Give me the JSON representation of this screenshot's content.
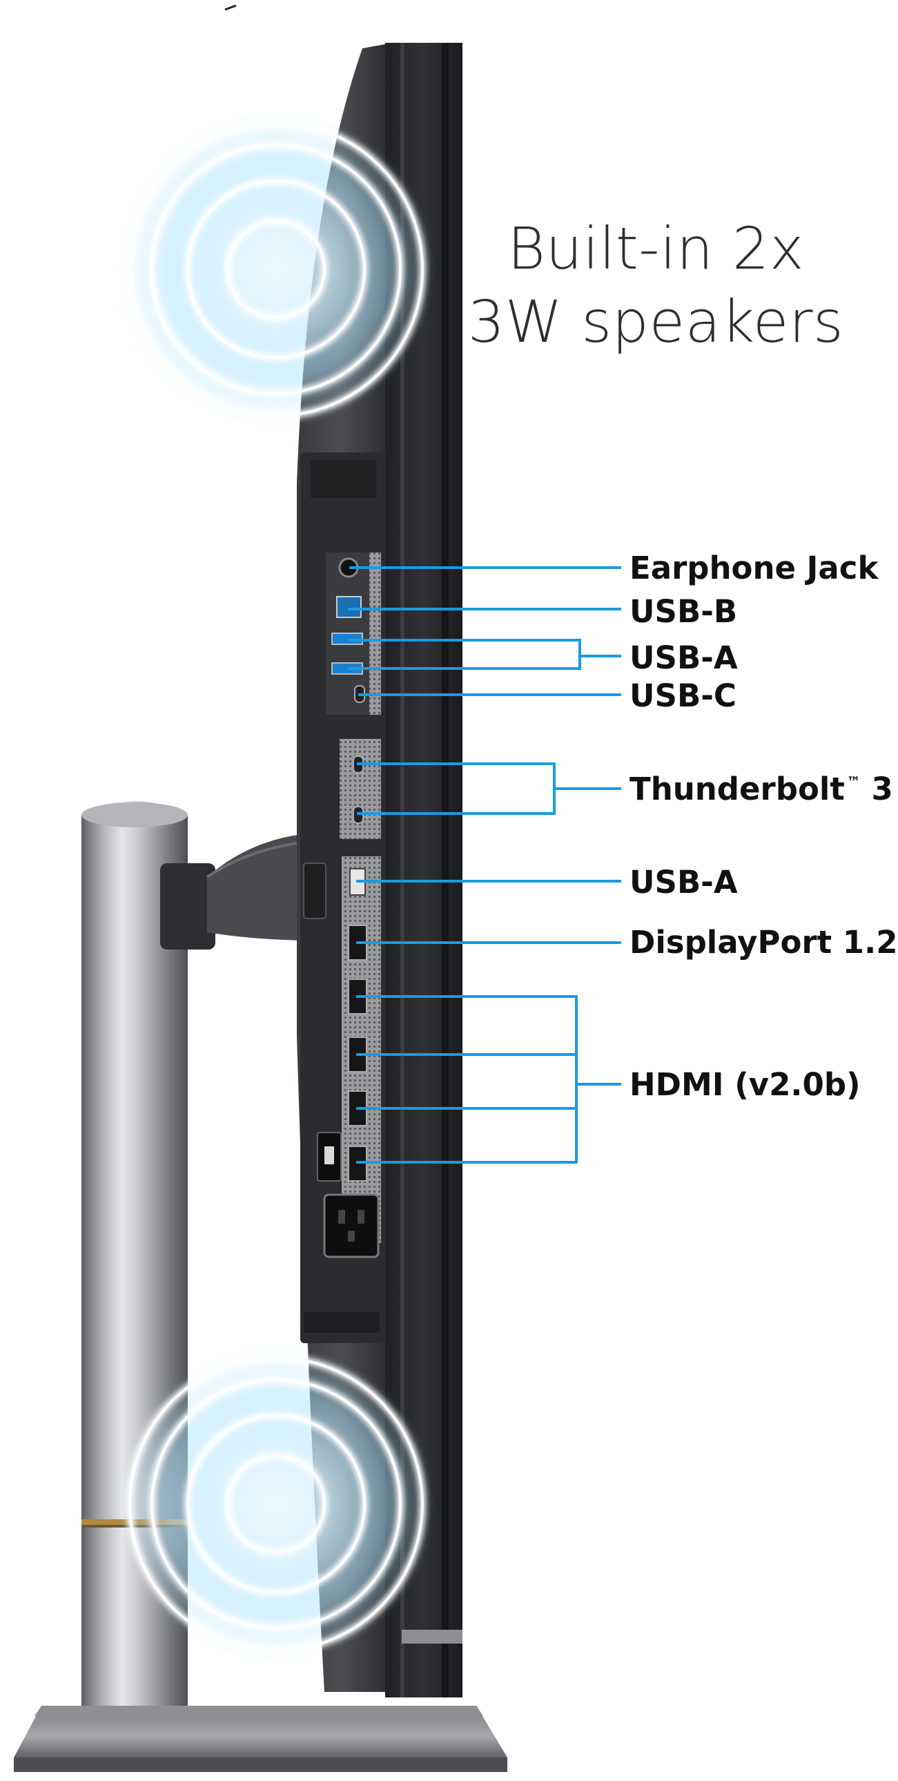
{
  "headline": {
    "line1": "Built-in 2x",
    "line2": "3W speakers"
  },
  "ports": {
    "earphone": "Earphone Jack",
    "usb_b": "USB-B",
    "usb_a_1": "USB-A",
    "usb_c": "USB-C",
    "thunderbolt": "Thunderbolt",
    "thunderbolt_tm": "™",
    "thunderbolt_version": "3",
    "usb_a_2": "USB-A",
    "displayport": "DisplayPort 1.2",
    "hdmi": "HDMI (v2.0b)"
  },
  "colors": {
    "callout_line": "#1a9be3",
    "speaker_glow": "#aee3ff",
    "text_dark": "#111111",
    "headline_text": "#2f2f2f"
  },
  "icons": [
    "speaker-wave-icon"
  ]
}
